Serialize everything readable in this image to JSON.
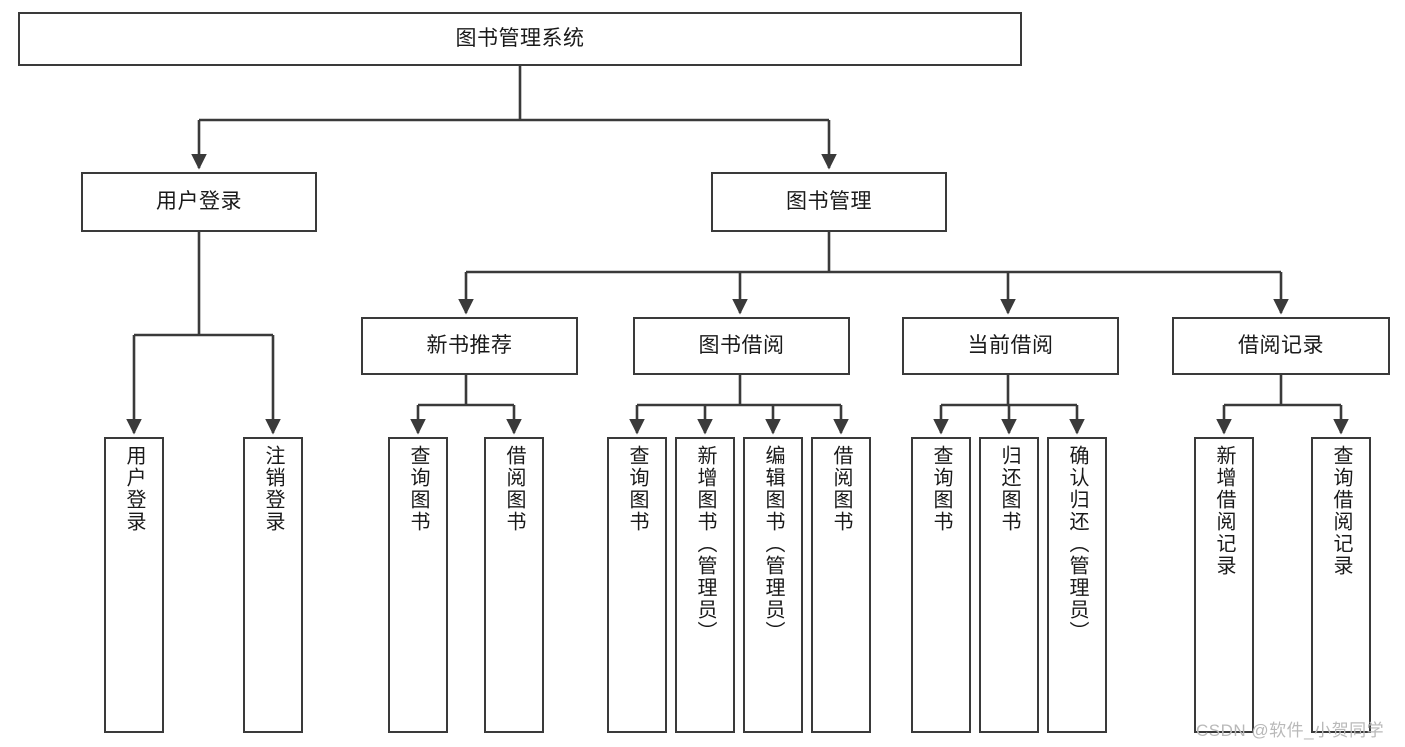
{
  "diagram": {
    "type": "tree",
    "title": "图书管理系统",
    "theme": {
      "background": "#ffffff",
      "node_border": "#3a3a3a",
      "node_fill": "#ffffff",
      "edge_color": "#3a3a3a",
      "text_color": "#1a1a1a",
      "watermark_color": "#b9b9b9"
    },
    "root": {
      "label": "图书管理系统"
    },
    "level1": [
      {
        "label": "用户登录"
      },
      {
        "label": "图书管理"
      }
    ],
    "level2": [
      {
        "label": "新书推荐"
      },
      {
        "label": "图书借阅"
      },
      {
        "label": "当前借阅"
      },
      {
        "label": "借阅记录"
      }
    ],
    "leaves": {
      "user_login": [
        {
          "label": "用户登录"
        },
        {
          "label": "注销登录"
        }
      ],
      "new_book_recommend": [
        {
          "label": "查询图书"
        },
        {
          "label": "借阅图书"
        }
      ],
      "book_borrow": [
        {
          "label": "查询图书"
        },
        {
          "label": "新增图书（管理员）"
        },
        {
          "label": "编辑图书（管理员）"
        },
        {
          "label": "借阅图书"
        }
      ],
      "current_borrow": [
        {
          "label": "查询图书"
        },
        {
          "label": "归还图书"
        },
        {
          "label": "确认归还（管理员）"
        }
      ],
      "borrow_record": [
        {
          "label": "新增借阅记录"
        },
        {
          "label": "查询借阅记录"
        }
      ]
    }
  },
  "watermark": {
    "text": "CSDN @软件_小贺同学"
  }
}
